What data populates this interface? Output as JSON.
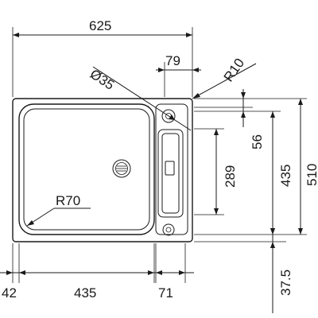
{
  "drawing": {
    "dimensions": {
      "overall_width": "625",
      "deck_width": "79",
      "corner_radius": "R10",
      "tap_hole": "Ø35",
      "top_offset": "56",
      "drainer_height": "289",
      "bowl_height": "435",
      "overall_height": "510",
      "bottom_offset": "37.5",
      "left_margin": "42",
      "bowl_width": "435",
      "drainer_width": "71",
      "bowl_radius": "R70"
    }
  }
}
